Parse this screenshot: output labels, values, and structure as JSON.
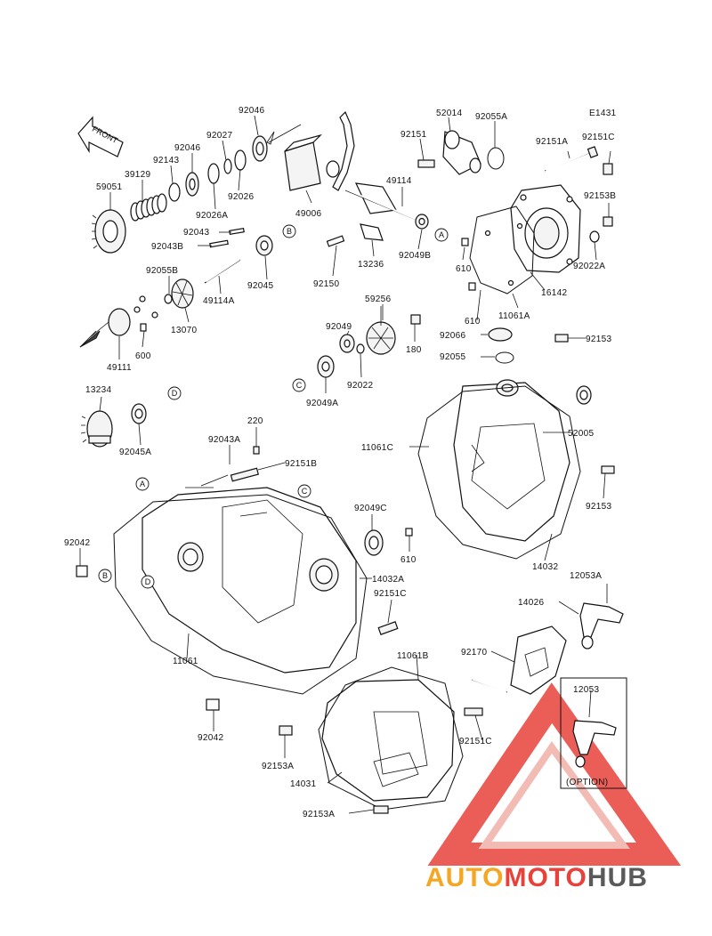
{
  "diagram": {
    "code": "E1431",
    "front_label": "FRONT",
    "option_label": "(OPTION)",
    "callouts": [
      "A",
      "B",
      "C",
      "D"
    ],
    "labels": {
      "l92046a": "92046",
      "l92027": "92027",
      "l92046b": "92046",
      "l92143": "92143",
      "l39129": "39129",
      "l59051": "59051",
      "l92026": "92026",
      "l92026A": "92026A",
      "l49006": "49006",
      "l92043": "92043",
      "l92043B": "92043B",
      "l92045": "92045",
      "l92055B": "92055B",
      "l49114A": "49114A",
      "l13070": "13070",
      "l49111": "49111",
      "l600": "600",
      "l52014": "52014",
      "l92055A": "92055A",
      "l92151": "92151",
      "l49114": "49114",
      "l13236": "13236",
      "l92049B": "92049B",
      "l92150": "92150",
      "l59256": "59256",
      "l92049": "92049",
      "l180": "180",
      "l92022": "92022",
      "l92049A": "92049A",
      "l92151A": "92151A",
      "l92151C_a": "92151C",
      "l92153B": "92153B",
      "l92022A": "92022A",
      "l610_a": "610",
      "l16142": "16142",
      "l11061A": "11061A",
      "l610_b": "610",
      "l92066": "92066",
      "l92055": "92055",
      "l92153_a": "92153",
      "l13234": "13234",
      "l92045A": "92045A",
      "l220": "220",
      "l92043A": "92043A",
      "l92151B": "92151B",
      "l11061C": "11061C",
      "l52005": "52005",
      "l92153_b": "92153",
      "l92049C": "92049C",
      "l610_c": "610",
      "l14032": "14032",
      "l92042_a": "92042",
      "l14032A": "14032A",
      "l92151C_b": "92151C",
      "l11061": "11061",
      "l12053A": "12053A",
      "l14026": "14026",
      "l92170": "92170",
      "l11061B": "11061B",
      "l12053": "12053",
      "l92042_b": "92042",
      "l92151C_c": "92151C",
      "l92153A_a": "92153A",
      "l14031": "14031",
      "l92153A_b": "92153A"
    }
  },
  "watermark": {
    "brand_part1": "AUTO",
    "brand_part2": "MOTO",
    "brand_part3": "HUB",
    "color_orange": "#f5a623",
    "color_red": "#e8413a",
    "color_grey": "#5a5a5a"
  }
}
